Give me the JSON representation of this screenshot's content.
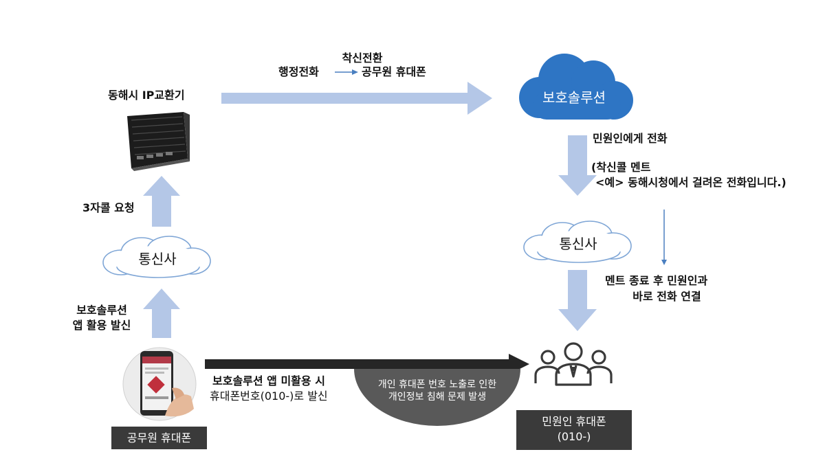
{
  "colors": {
    "arrow_light": "#b4c7e7",
    "arrow_dark": "#262626",
    "cloud_blue": "#2e75c4",
    "box_dark": "#3a3a3a",
    "semicircle": "#595959",
    "small_arrow": "#4a7fc0"
  },
  "top": {
    "forward_title": "착신전환",
    "forward_from": "행정전화",
    "forward_to": "공무원 휴대폰"
  },
  "left": {
    "exchanger_label": "동해시 IP교환기",
    "third_party_call": "3자콜 요청",
    "carrier_label": "통신사",
    "app_call_line1": "보호솔루션",
    "app_call_line2": "앱 활용 발신",
    "phone_box": "공무원 휴대폰"
  },
  "right": {
    "cloud_label": "보호솔루션",
    "call_to_citizen": "민원인에게 전화",
    "ring_line1": "(착신콜 멘트",
    "ring_line2": "<예> 동해시청에서 걸려온 전화입니다.)",
    "carrier_label": "통신사",
    "connect_line1": "멘트 종료 후 민원인과",
    "connect_line2": "바로 전화 연결",
    "citizen_box_line1": "민원인 휴대폰",
    "citizen_box_line2": "(010-)"
  },
  "bottom": {
    "no_app_line1": "보호솔루션 앱 미활용 시",
    "no_app_line2": "휴대폰번호(010-)로 발신",
    "risk_line1": "개인 휴대폰 번호 노출로 인한",
    "risk_line2": "개인정보 침해 문제 발생"
  },
  "icons": {
    "exchanger": "server-rack-icon",
    "phone": "smartphone-in-hand-icon",
    "citizens": "people-group-icon"
  }
}
